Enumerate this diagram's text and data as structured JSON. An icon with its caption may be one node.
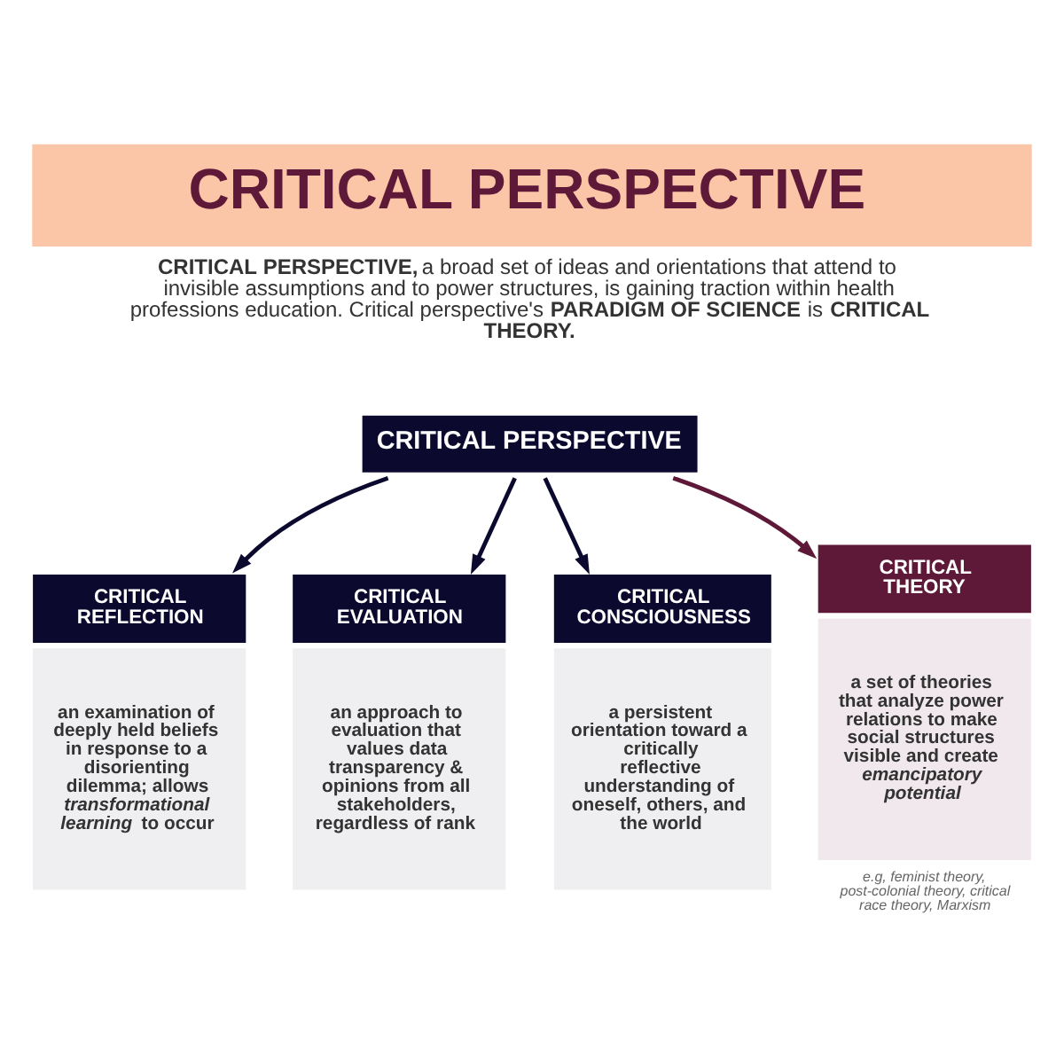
{
  "diagram": {
    "title": "CRITICAL PERSPECTIVE",
    "nodes": [
      {
        "text": [
          "CRITICAL PERSPECTIVE"
        ]
      },
      {
        "text": [
          "CRITICAL REFLECTION",
          "an examination of deeply held beliefs in response to a disorienting dilemma; allows *transformational learning* to occur"
        ]
      },
      {
        "text": [
          "CRITICAL EVALUATION",
          "an approach to evaluation that values data transparency & opinions from all stakeholders, regardless of rank"
        ]
      },
      {
        "text": [
          "CRITICAL CONSCIOUSNESS",
          "a persistent orientation toward a critically reflective understanding of oneself, others, and the world"
        ]
      },
      {
        "text": [
          "CRITICAL THEORY",
          "a set of theories that analyze power relations to make social structures visible and create *emancipatory potential*"
        ],
        "beside": [
          "e.g, feminist theory, post-colonial theory, critical race theory, Marxism"
        ]
      }
    ],
    "edges": [
      {
        "from": 0,
        "to": 1,
        "arrow": "to"
      },
      {
        "from": 0,
        "to": 2,
        "arrow": "to"
      },
      {
        "from": 0,
        "to": 3,
        "arrow": "to"
      },
      {
        "from": 0,
        "to": 4,
        "arrow": "to",
        "color": "#5e1838"
      }
    ],
    "labels": [
      "**CRITICAL PERSPECTIVE,** a broad set of ideas and orientations that attend to invisible assumptions and to power structures, is gaining traction within health professions education. Critical perspective's **PARADIGM OF SCIENCE** is **CRITICAL THEORY.**"
    ]
  }
}
